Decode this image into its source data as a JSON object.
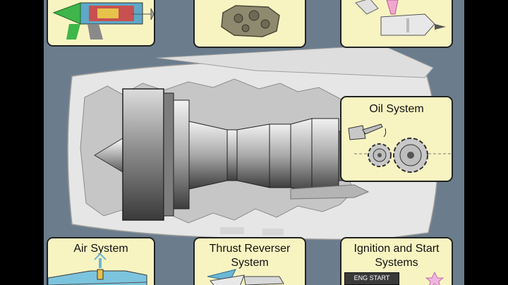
{
  "cards": {
    "oil": {
      "title": "Oil System"
    },
    "air": {
      "title": "Air System"
    },
    "thrust": {
      "title_line1": "Thrust Reverser",
      "title_line2": "System"
    },
    "ignition": {
      "title_line1": "Ignition and Start",
      "title_line2": "Systems",
      "button_label": "ENG START"
    }
  },
  "icons": [
    "engine-cutaway-icon",
    "gearbox-icon",
    "fuel-nozzle-icon",
    "oil-can-icon",
    "gears-icon",
    "air-duct-icon",
    "thrust-reverser-icon",
    "spark-icon"
  ],
  "colors": {
    "background": "#6b7d8d",
    "card": "#f8f4c2",
    "nacelle": "#e4e4e4",
    "core": "#c9c9c9"
  }
}
